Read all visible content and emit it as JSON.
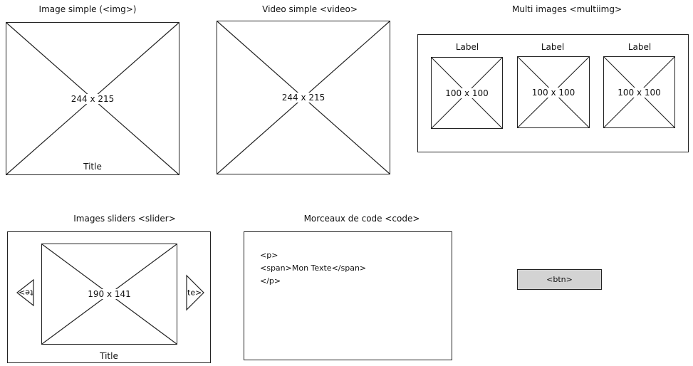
{
  "sections": {
    "image_simple": {
      "heading": "Image simple (<img>)",
      "dimensions": "244 x 215",
      "title": "Title"
    },
    "video_simple": {
      "heading": "Video simple <video>",
      "dimensions": "244 x 215"
    },
    "multi_images": {
      "heading": "Multi images <multiimg>",
      "items": [
        {
          "label": "Label",
          "dimensions": "100 x 100"
        },
        {
          "label": "Label",
          "dimensions": "100 x 100"
        },
        {
          "label": "Label",
          "dimensions": "100 x 100"
        }
      ]
    },
    "images_slider": {
      "heading": "Images sliders <slider>",
      "dimensions": "190 x 141",
      "title": "Title",
      "prev_label": "te>",
      "next_label": "te>"
    },
    "code": {
      "heading": "Morceaux de code <code>",
      "lines": [
        "<p>",
        "<span>Mon Texte</span>",
        "</p>"
      ]
    },
    "button": {
      "label": "<btn>"
    }
  },
  "colors": {
    "stroke": "#222222",
    "button_fill": "#d3d3d3",
    "background": "#ffffff"
  }
}
